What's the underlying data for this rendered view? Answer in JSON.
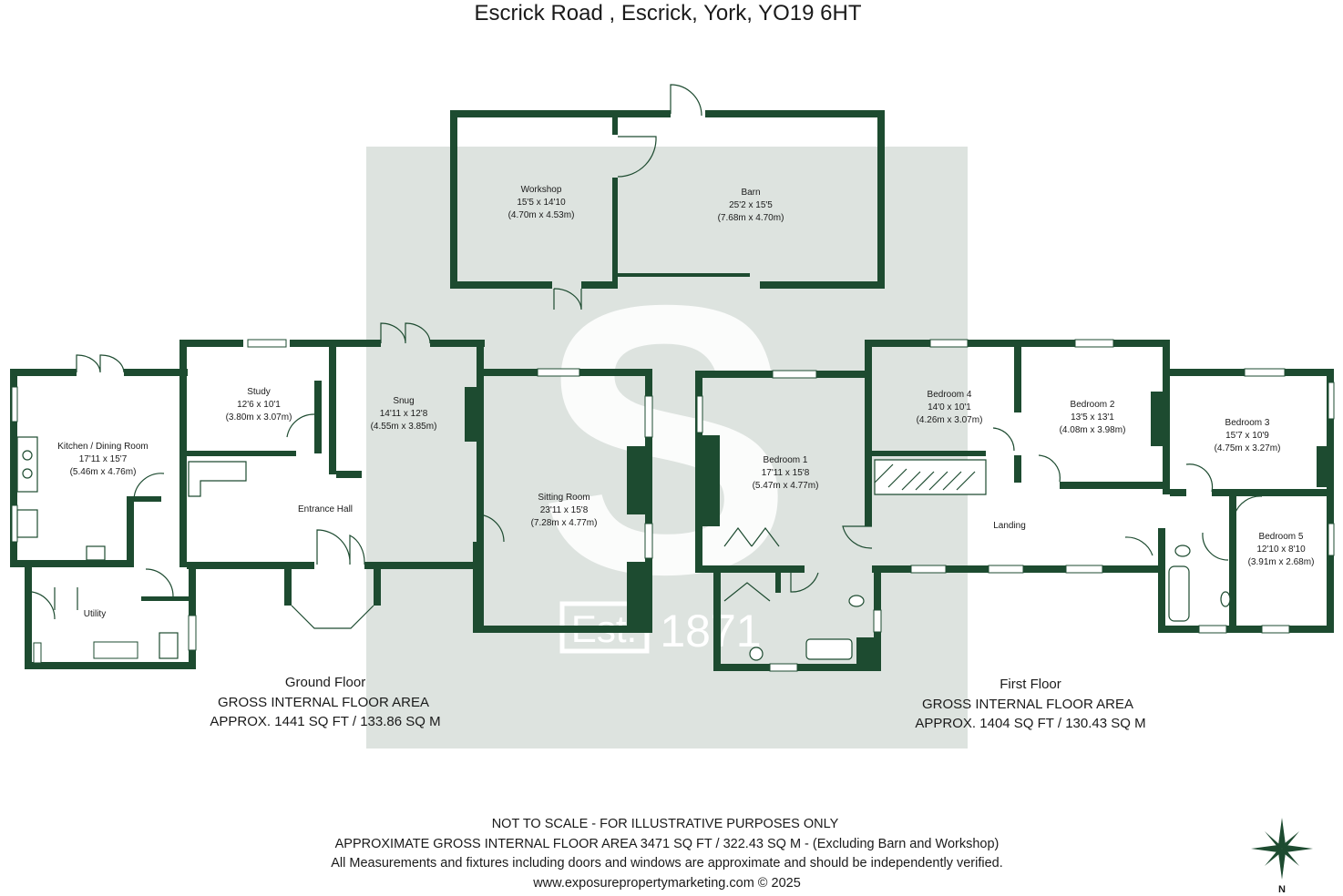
{
  "title": "Escrick Road , Escrick, York, YO19 6HT",
  "watermark": {
    "letter": "S",
    "est_label": "Est.",
    "est_year": "1871"
  },
  "colors": {
    "wall": "#1d4b30",
    "watermark_panel": "#dde3df"
  },
  "rooms": {
    "workshop": {
      "name": "Workshop",
      "dims_imperial": "15'5 x 14'10",
      "dims_metric": "(4.70m x 4.53m)"
    },
    "barn": {
      "name": "Barn",
      "dims_imperial": "25'2 x 15'5",
      "dims_metric": "(7.68m x 4.70m)"
    },
    "kitchen": {
      "name": "Kitchen / Dining Room",
      "dims_imperial": "17'11 x 15'7",
      "dims_metric": "(5.46m x 4.76m)"
    },
    "study": {
      "name": "Study",
      "dims_imperial": "12'6 x 10'1",
      "dims_metric": "(3.80m x 3.07m)"
    },
    "snug": {
      "name": "Snug",
      "dims_imperial": "14'11 x 12'8",
      "dims_metric": "(4.55m x 3.85m)"
    },
    "sitting_room": {
      "name": "Sitting Room",
      "dims_imperial": "23'11 x 15'8",
      "dims_metric": "(7.28m x 4.77m)"
    },
    "entrance_hall": {
      "name": "Entrance Hall"
    },
    "utility": {
      "name": "Utility"
    },
    "bedroom1": {
      "name": "Bedroom 1",
      "dims_imperial": "17'11 x 15'8",
      "dims_metric": "(5.47m x 4.77m)"
    },
    "bedroom4": {
      "name": "Bedroom 4",
      "dims_imperial": "14'0 x 10'1",
      "dims_metric": "(4.26m x 3.07m)"
    },
    "bedroom2": {
      "name": "Bedroom 2",
      "dims_imperial": "13'5 x 13'1",
      "dims_metric": "(4.08m x 3.98m)"
    },
    "bedroom3": {
      "name": "Bedroom 3",
      "dims_imperial": "15'7 x 10'9",
      "dims_metric": "(4.75m x 3.27m)"
    },
    "bedroom5": {
      "name": "Bedroom 5",
      "dims_imperial": "12'10 x 8'10",
      "dims_metric": "(3.91m x 2.68m)"
    },
    "landing": {
      "name": "Landing"
    }
  },
  "floors": {
    "ground": {
      "name": "Ground Floor",
      "area_label": "GROSS INTERNAL FLOOR AREA",
      "area_value": "APPROX. 1441 SQ FT / 133.86 SQ M"
    },
    "first": {
      "name": "First Floor",
      "area_label": "GROSS INTERNAL FLOOR AREA",
      "area_value": "APPROX. 1404 SQ FT / 130.43 SQ M"
    }
  },
  "footer": {
    "line1": "NOT TO SCALE - FOR ILLUSTRATIVE PURPOSES ONLY",
    "line2": "APPROXIMATE GROSS INTERNAL FLOOR AREA 3471 SQ FT / 322.43 SQ M - (Excluding Barn and Workshop)",
    "line3": "All Measurements and fixtures including doors and windows are approximate and should be independently verified.",
    "line4": "www.exposurepropertymarketing.com © 2025"
  },
  "compass": {
    "label": "N",
    "icon": "compass-rose-icon"
  }
}
